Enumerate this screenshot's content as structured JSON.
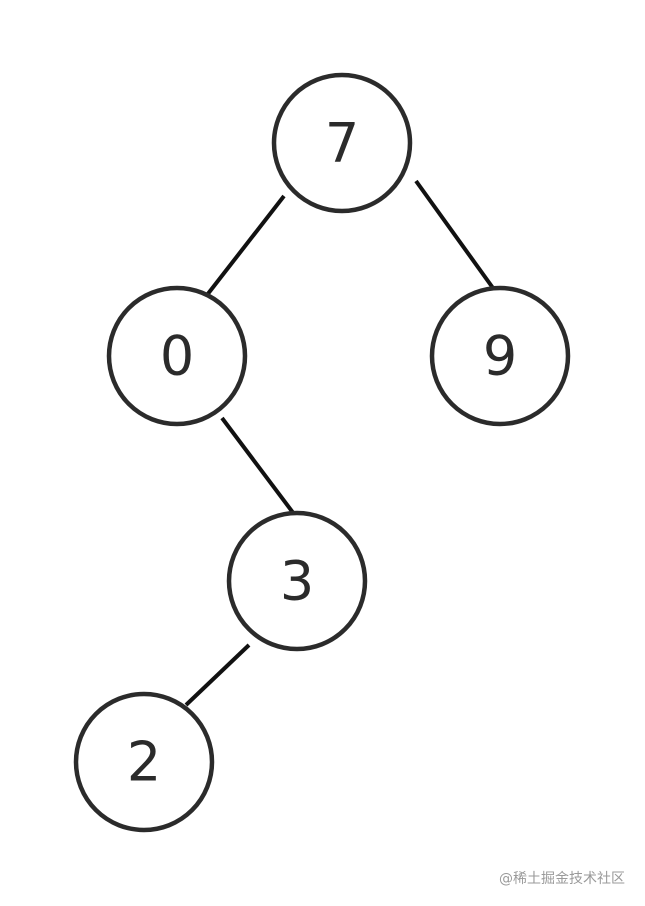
{
  "tree": {
    "nodes": [
      {
        "id": "n7",
        "label": "7"
      },
      {
        "id": "n0",
        "label": "0"
      },
      {
        "id": "n9",
        "label": "9"
      },
      {
        "id": "n3",
        "label": "3"
      },
      {
        "id": "n2",
        "label": "2"
      }
    ],
    "edges": [
      {
        "from": "7",
        "to": "0"
      },
      {
        "from": "7",
        "to": "9"
      },
      {
        "from": "0",
        "to": "3"
      },
      {
        "from": "3",
        "to": "2"
      }
    ]
  },
  "watermark": {
    "text": "@稀土掘金技术社区"
  },
  "colors": {
    "node_stroke": "#2b2b2b",
    "edge": "#111111",
    "text": "#2b2b2b",
    "background": "#ffffff",
    "watermark": "#9a9a9a"
  }
}
